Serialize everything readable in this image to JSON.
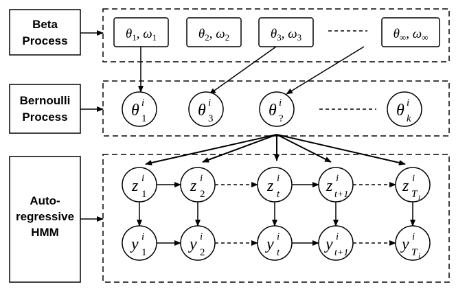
{
  "layers": {
    "beta": {
      "label_line1": "Beta",
      "label_line2": "Process"
    },
    "bernoulli": {
      "label_line1": "Bernoulli",
      "label_line2": "Process"
    },
    "hmm": {
      "label_line1": "Auto-",
      "label_line2": "regressive",
      "label_line3": "HMM"
    }
  },
  "beta_atoms": [
    {
      "theta": "θ",
      "theta_sub": "1",
      "omega": "ω",
      "omega_sub": "1"
    },
    {
      "theta": "θ",
      "theta_sub": "2",
      "omega": "ω",
      "omega_sub": "2"
    },
    {
      "theta": "θ",
      "theta_sub": "3",
      "omega": "ω",
      "omega_sub": "3"
    },
    {
      "theta": "θ",
      "theta_sub": "∞",
      "omega": "ω",
      "omega_sub": "∞"
    }
  ],
  "bernoulli_nodes": [
    {
      "sym": "θ",
      "sup": "i",
      "sub": "1"
    },
    {
      "sym": "θ",
      "sup": "i",
      "sub": "3"
    },
    {
      "sym": "θ",
      "sup": "i",
      "sub": "?"
    },
    {
      "sym": "θ",
      "sup": "i",
      "sub": "k"
    }
  ],
  "z_nodes": [
    {
      "sym": "z",
      "sup": "i",
      "sub": "1"
    },
    {
      "sym": "z",
      "sup": "i",
      "sub": "2"
    },
    {
      "sym": "z",
      "sup": "i",
      "sub": "t"
    },
    {
      "sym": "z",
      "sup": "i",
      "sub": "t+1"
    },
    {
      "sym": "z",
      "sup": "i",
      "sub": "T",
      "subsub": "i"
    }
  ],
  "y_nodes": [
    {
      "sym": "y",
      "sup": "i",
      "sub": "1"
    },
    {
      "sym": "y",
      "sup": "i",
      "sub": "2"
    },
    {
      "sym": "y",
      "sup": "i",
      "sub": "t"
    },
    {
      "sym": "y",
      "sup": "i",
      "sub": "t+1"
    },
    {
      "sym": "y",
      "sup": "i",
      "sub": "T",
      "subsub": "i"
    }
  ]
}
